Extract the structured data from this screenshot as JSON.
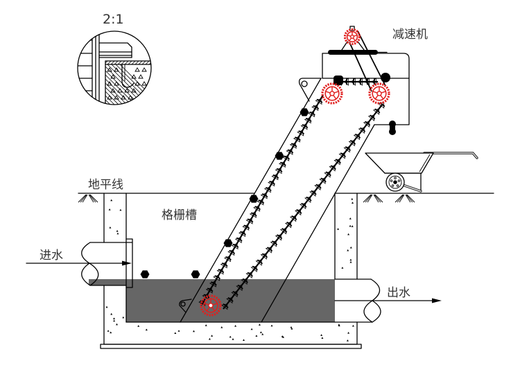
{
  "labels": {
    "detail_scale": "2:1",
    "reducer": "减速机",
    "ground_level": "地平线",
    "screen_channel": "格栅槽",
    "water_inlet": "进水",
    "water_outlet": "出水"
  },
  "arrows": {
    "inlet": "arrow-right-icon",
    "outlet": "arrow-right-icon"
  },
  "colors": {
    "sprocket": "#e0201f",
    "water": "#666666",
    "line": "#000000",
    "label_text": "#333333",
    "background": "#ffffff"
  }
}
